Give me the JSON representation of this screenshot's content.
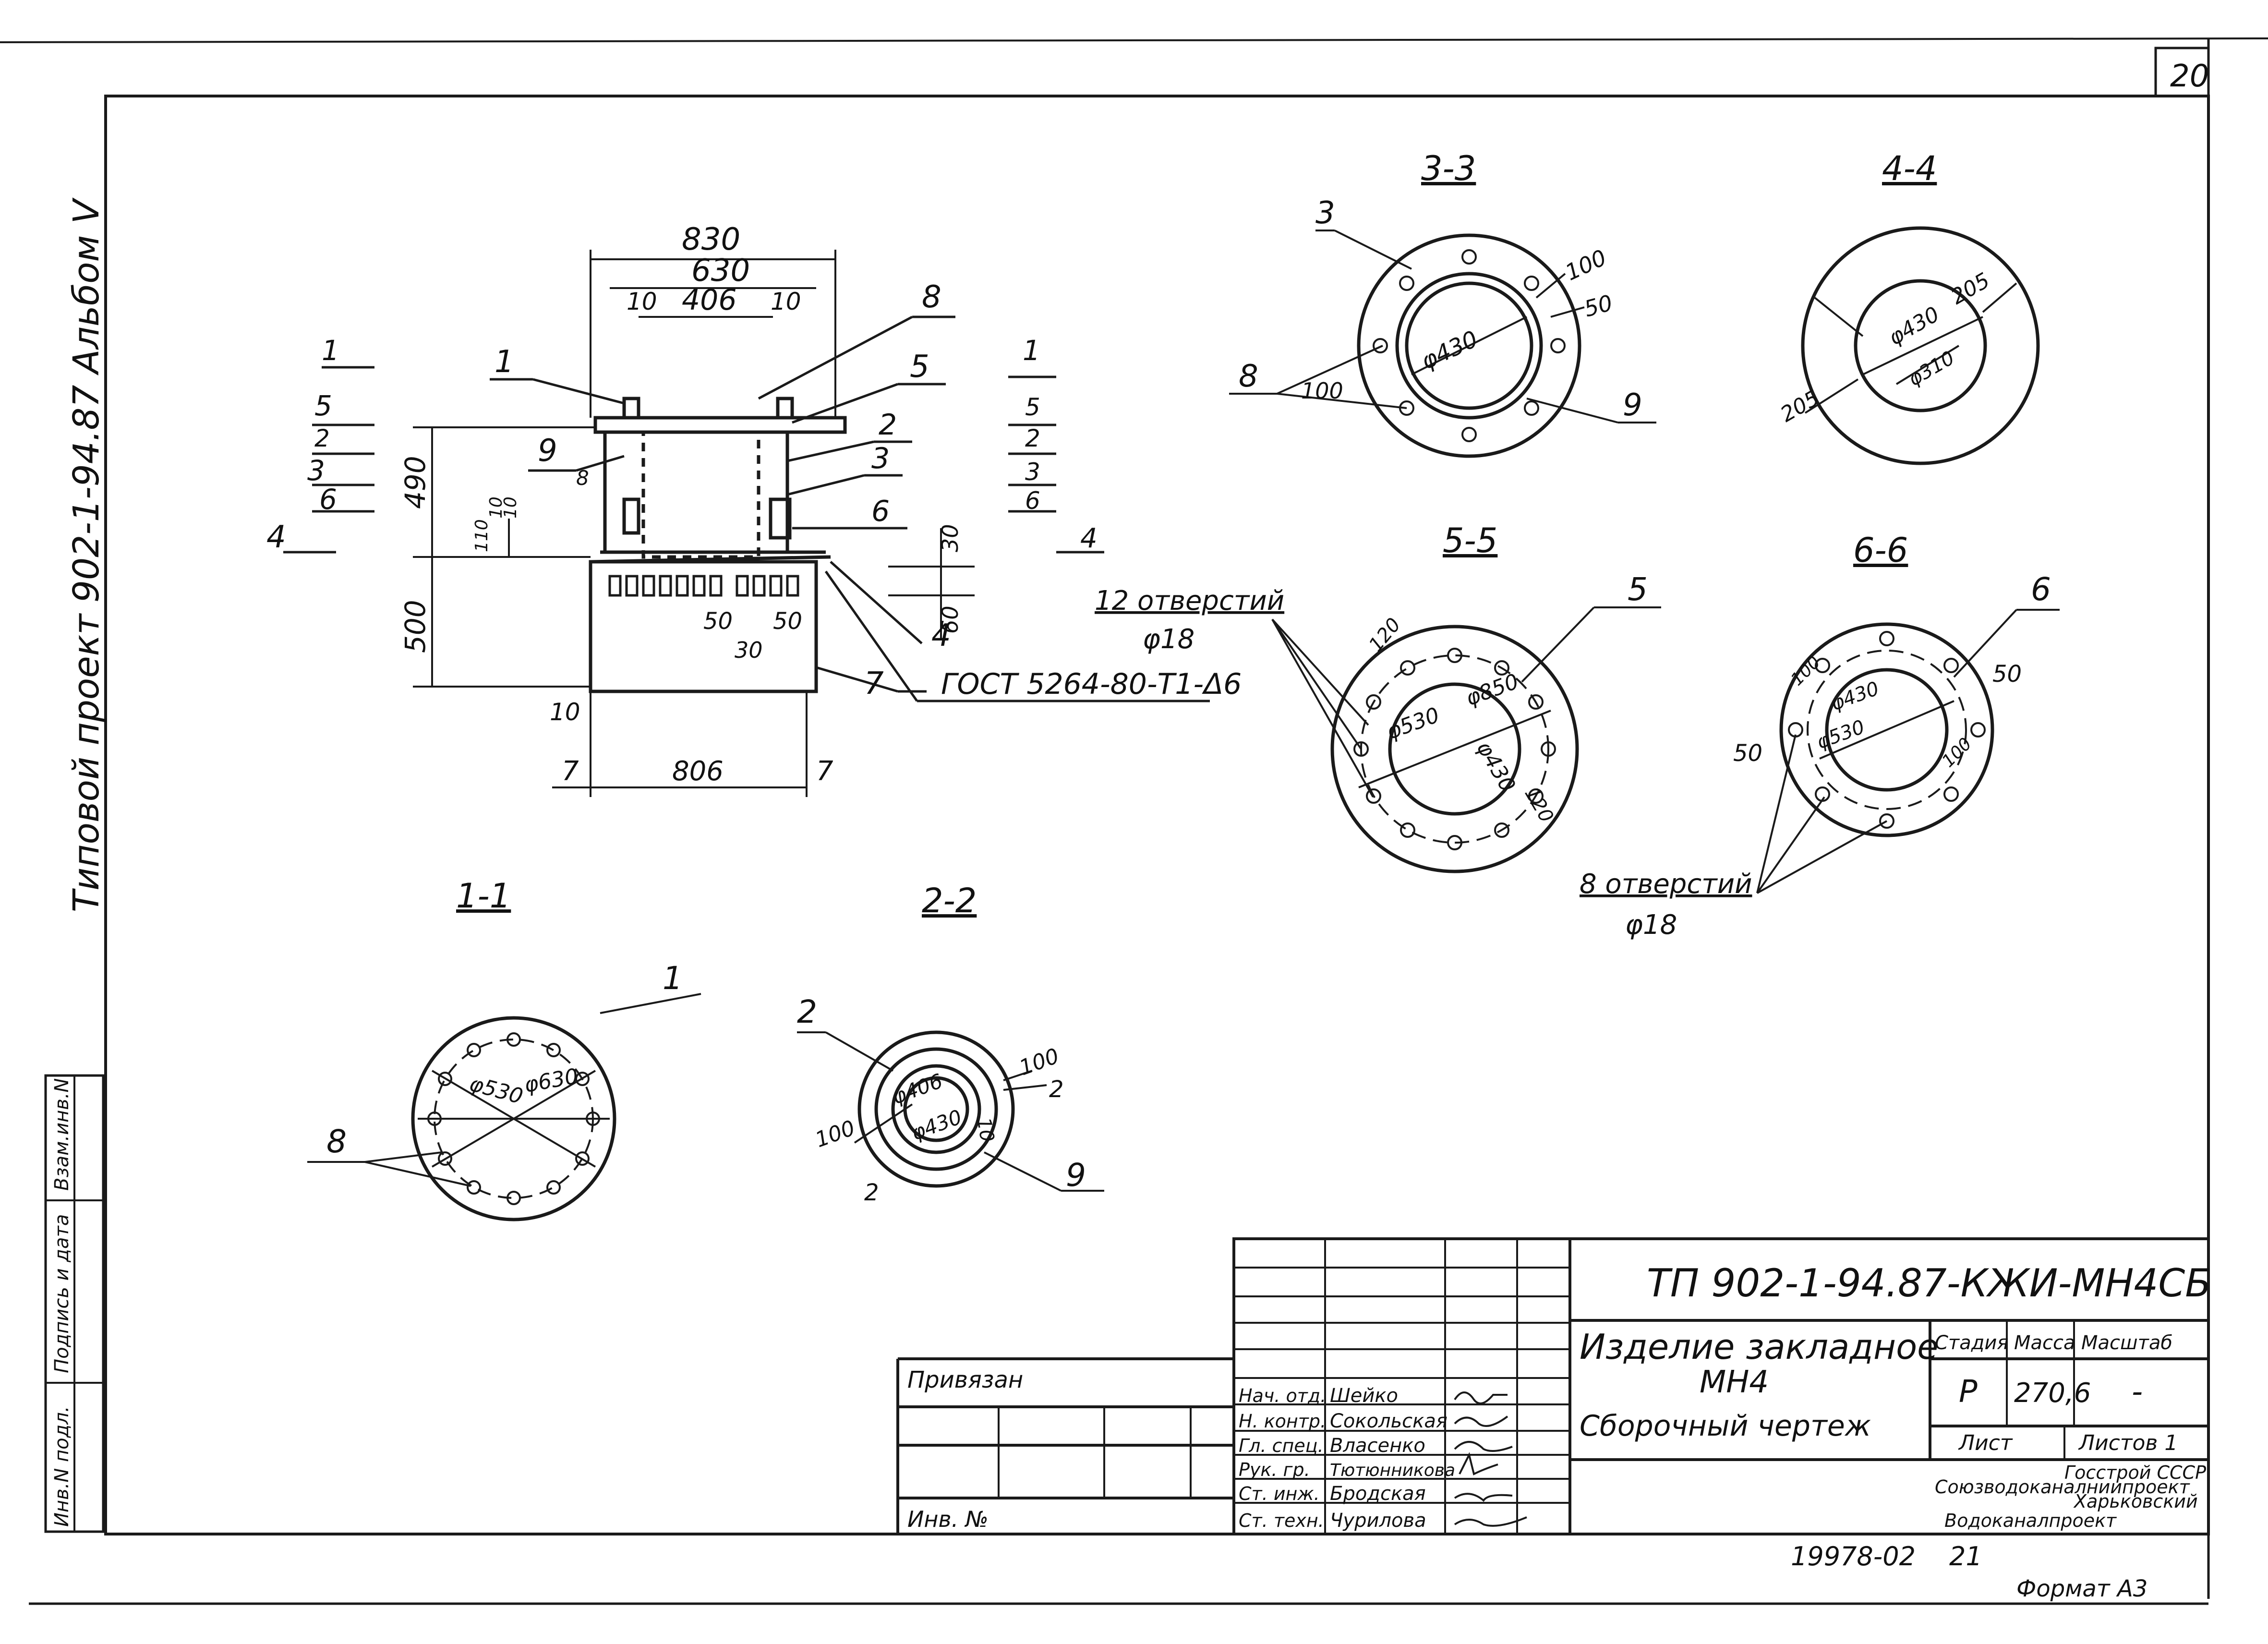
{
  "sheet": {
    "sheet_corner_number": "20",
    "side_title": "Типовой проект 902-1-94.87 Альбом V",
    "side_stamp": [
      "Инв.N подл.",
      "Подпись и дата",
      "Взам.инв.N"
    ],
    "format": "Формат А3",
    "bottom_code": "19978-02",
    "bottom_page": "21"
  },
  "section_titles": [
    "3-3",
    "4-4",
    "5-5",
    "6-6",
    "1-1",
    "2-2"
  ],
  "main_view": {
    "dims": [
      "830",
      "630",
      "406",
      "10",
      "10",
      "490",
      "500",
      "110",
      "10",
      "10",
      "30",
      "60",
      "50",
      "50",
      "30",
      "10",
      "7",
      "806",
      "7"
    ],
    "cut_marks": [
      "1",
      "5",
      "2",
      "3",
      "6",
      "4",
      "1",
      "5",
      "2",
      "3",
      "6",
      "4"
    ],
    "leaders": [
      "1",
      "9",
      "8",
      "8",
      "5",
      "2",
      "3",
      "6",
      "4",
      "7"
    ],
    "gost_note": "ГОСТ 5264-80-Т1-Δ6"
  },
  "sec_3_3": {
    "dims": [
      "φ430",
      "100",
      "50",
      "100"
    ],
    "leaders": [
      "3",
      "8",
      "9"
    ]
  },
  "sec_4_4": {
    "dims": [
      "φ430",
      "φ310",
      "205",
      "205"
    ]
  },
  "sec_5_5": {
    "dims": [
      "φ850",
      "φ530",
      "φ430",
      "120",
      "120"
    ],
    "leader": "5",
    "holes_label": "12 отверстий",
    "holes_dia": "φ18"
  },
  "sec_6_6": {
    "dims": [
      "φ430",
      "φ530",
      "100",
      "100",
      "50",
      "50"
    ],
    "leader": "6",
    "holes_label": "8 отверстий",
    "holes_dia": "φ18"
  },
  "sec_1_1": {
    "dims": [
      "φ530",
      "φ630"
    ],
    "leaders": [
      "1",
      "8"
    ]
  },
  "sec_2_2": {
    "dims": [
      "φ406",
      "φ430",
      "10",
      "100",
      "100",
      "2",
      "2"
    ],
    "leaders": [
      "2",
      "9"
    ]
  },
  "title_block": {
    "doc_code": "ТП 902-1-94.87-КЖИ-МН4СБ",
    "item_name_1": "Изделие закладное",
    "item_name_2": "МН4",
    "item_name_3": "Сборочный чертеж",
    "stage_head": "Стадия",
    "mass_head": "Масса",
    "scale_head": "Масштаб",
    "stage": "Р",
    "mass": "270,6",
    "scale": "-",
    "sheet_head": "Лист",
    "sheets_head": "Листов 1",
    "org_1": "Госстрой СССР",
    "org_2": "Союзводоканалниипроект",
    "org_3": "Харьковский",
    "org_4": "Водоканалпроект",
    "bound": "Привязан",
    "inv_no": "Инв. №",
    "roles": [
      {
        "role": "Нач. отд.",
        "name": "Шейко"
      },
      {
        "role": "Н. контр.",
        "name": "Сокольская"
      },
      {
        "role": "Гл. спец.",
        "name": "Власенко"
      },
      {
        "role": "Рук. гр.",
        "name": "Тютюнникова"
      },
      {
        "role": "Ст. инж.",
        "name": "Бродская"
      },
      {
        "role": "Ст. техн.",
        "name": "Чурилова"
      }
    ]
  }
}
